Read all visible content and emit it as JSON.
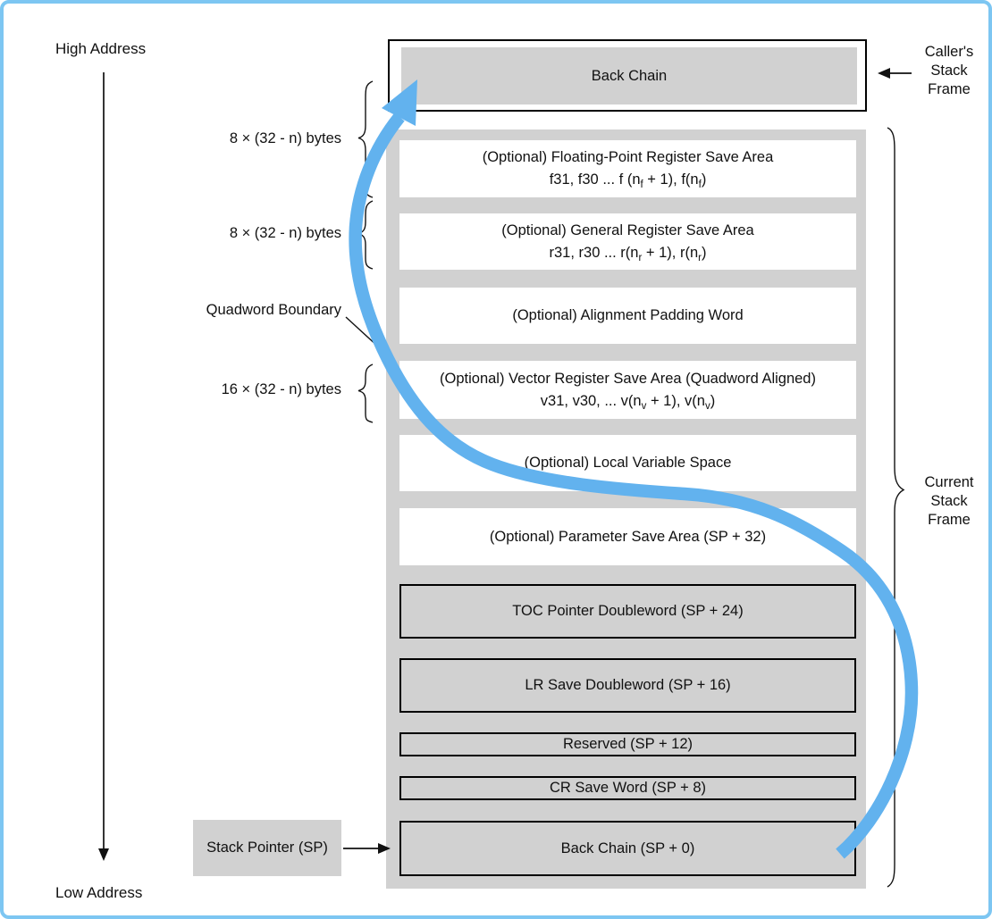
{
  "colors": {
    "page_border": "#7dc6f2",
    "flow_arrow_blue": "#62b2ee",
    "box_gray": "#d1d1d1",
    "line_black": "#111111"
  },
  "labels": {
    "high_address": "High Address",
    "low_address": "Low Address",
    "quadword_boundary": "Quadword Boundary",
    "stack_pointer": "Stack Pointer (SP)",
    "size_fp_area": "8 × (32 - n) bytes",
    "size_gr_area": "8 × (32 - n) bytes",
    "size_vr_area": "16 × (32 - n) bytes",
    "callers_stack_frame_lines": [
      "Caller's",
      "Stack",
      "Frame"
    ],
    "current_stack_frame_lines": [
      "Current",
      "Stack",
      "Frame"
    ]
  },
  "caller_box": {
    "title": "Back Chain"
  },
  "rows": [
    {
      "id": "fp",
      "style": "white",
      "line1": "(Optional) Floating-Point Register Save Area",
      "line2": [
        {
          "t": "f31, f30 ... f (n"
        },
        {
          "s": "f"
        },
        {
          "t": " + 1), f(n"
        },
        {
          "s": "f"
        },
        {
          "t": ")"
        }
      ]
    },
    {
      "id": "gr",
      "style": "white",
      "line1": "(Optional) General Register Save Area",
      "line2": [
        {
          "t": "r31, r30 ... r(n"
        },
        {
          "s": "r"
        },
        {
          "t": " + 1), r(n"
        },
        {
          "s": "r"
        },
        {
          "t": ")"
        }
      ]
    },
    {
      "id": "align",
      "style": "white",
      "line1": "(Optional) Alignment Padding Word",
      "line2": null
    },
    {
      "id": "vr",
      "style": "white",
      "line1": "(Optional) Vector Register Save Area (Quadword Aligned)",
      "line2": [
        {
          "t": "v31, v30, ... v(n"
        },
        {
          "s": "v"
        },
        {
          "t": " + 1), v(n"
        },
        {
          "s": "v"
        },
        {
          "t": ")"
        }
      ]
    },
    {
      "id": "local",
      "style": "white",
      "line1": "(Optional) Local Variable Space",
      "line2": null
    },
    {
      "id": "param",
      "style": "white",
      "line1": "(Optional) Parameter Save Area (SP + 32)",
      "line2": null
    },
    {
      "id": "toc",
      "style": "gray-border",
      "line1": "TOC Pointer Doubleword (SP + 24)",
      "line2": null
    },
    {
      "id": "lr",
      "style": "gray-border",
      "line1": "LR Save Doubleword (SP + 16)",
      "line2": null
    },
    {
      "id": "reserved",
      "style": "gray-border",
      "line1": "Reserved (SP + 12)",
      "line2": null
    },
    {
      "id": "cr",
      "style": "gray-border",
      "line1": "CR Save Word (SP + 8)",
      "line2": null
    },
    {
      "id": "backchain",
      "style": "gray-border",
      "line1": "Back Chain (SP + 0)",
      "line2": null
    }
  ]
}
